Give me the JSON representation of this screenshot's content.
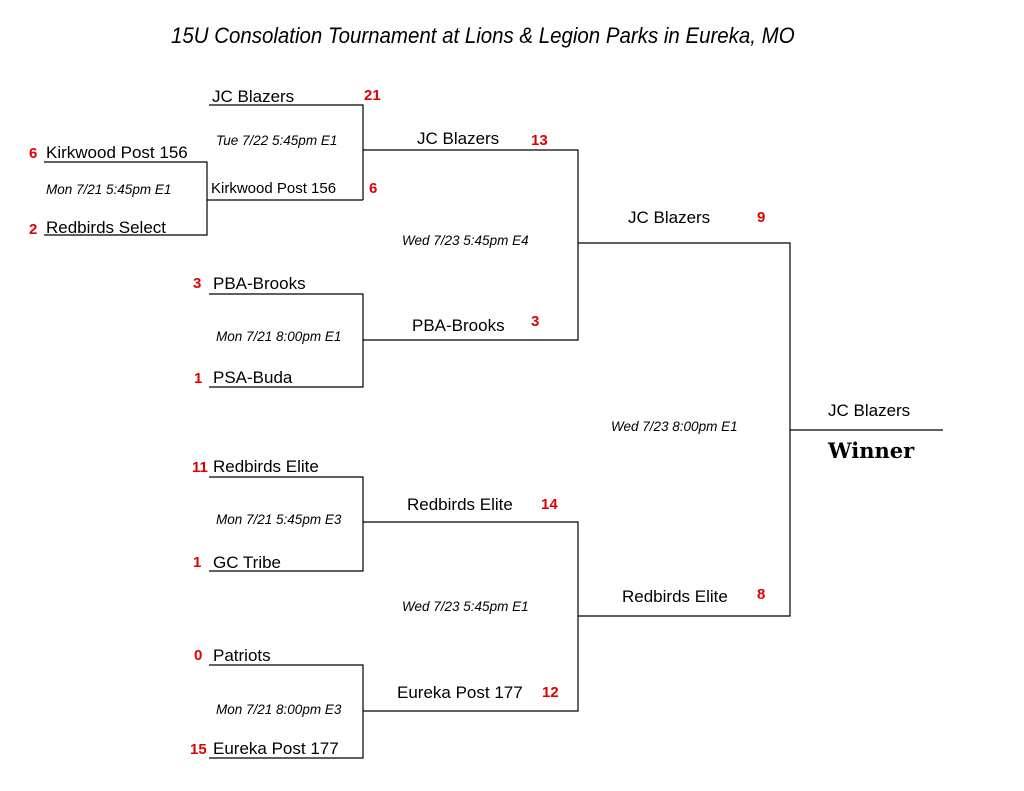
{
  "title": "15U Consolation Tournament at Lions & Legion Parks in Eureka, MO",
  "pre_round": {
    "team_a": "Kirkwood Post 156",
    "score_a": "6",
    "schedule": "Mon 7/21 5:45pm E1",
    "team_b": "Redbirds Select",
    "score_b": "2"
  },
  "first_round": [
    {
      "team_a": "JC Blazers",
      "score_a": "21",
      "schedule": "Tue 7/22 5:45pm E1",
      "team_b": "Kirkwood Post 156",
      "score_b": "6"
    },
    {
      "team_a": "PBA-Brooks",
      "score_a": "3",
      "schedule": "Mon 7/21 8:00pm E1",
      "team_b": "PSA-Buda",
      "score_b": "1"
    },
    {
      "team_a": "Redbirds Elite",
      "score_a": "11",
      "schedule": "Mon 7/21 5:45pm E3",
      "team_b": "GC Tribe",
      "score_b": "1"
    },
    {
      "team_a": "Patriots",
      "score_a": "0",
      "schedule": "Mon 7/21 8:00pm E3",
      "team_b": "Eureka Post 177",
      "score_b": "15"
    }
  ],
  "semifinals": [
    {
      "team_a": "JC Blazers",
      "score_a": "13",
      "schedule": "Wed 7/23 5:45pm E4",
      "team_b": "PBA-Brooks",
      "score_b": "3"
    },
    {
      "team_a": "Redbirds Elite",
      "score_a": "14",
      "schedule": "Wed 7/23 5:45pm E1",
      "team_b": "Eureka Post 177",
      "score_b": "12"
    }
  ],
  "final": {
    "team_a": "JC Blazers",
    "score_a": "9",
    "schedule": "Wed 7/23 8:00pm E1",
    "team_b": "Redbirds Elite",
    "score_b": "8"
  },
  "champion": {
    "team": "JC Blazers",
    "label": "Winner"
  }
}
